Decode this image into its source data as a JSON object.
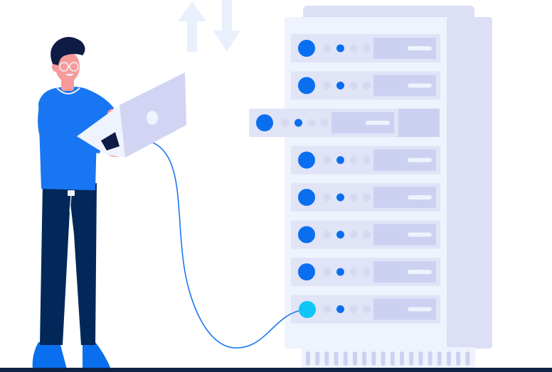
{
  "illustration": {
    "kind": "engineer-with-laptop-connected-to-server-rack",
    "icons": {
      "transfer": "up-down-arrows-icon",
      "person": "engineer-figure",
      "device": "laptop-icon",
      "rack": "server-rack-icon",
      "cable": "network-cable"
    },
    "rack": {
      "drawer_count": 8,
      "extended_drawer_index": 2,
      "connected_drawer_index": 7,
      "leds_per_drawer": 4,
      "active_led_index": 1
    },
    "colors": {
      "primary_blue": "#0a6fef",
      "shirt_blue": "#1976f2",
      "pants_navy": "#022859",
      "hair": "#0e1b45",
      "skin": "#f79a9a",
      "rack_light": "#eff3fd",
      "rack_side": "#dcdff5",
      "drawer": "#e1e4f7",
      "drawer_panel": "#cdd1f1",
      "led_off": "#d6d9ef",
      "arrow_pale": "#e8f0fc",
      "cable": "#1976f2",
      "cyan_port": "#10c6f6",
      "ground": "#0e2346",
      "laptop": "#d2d4f3"
    }
  }
}
